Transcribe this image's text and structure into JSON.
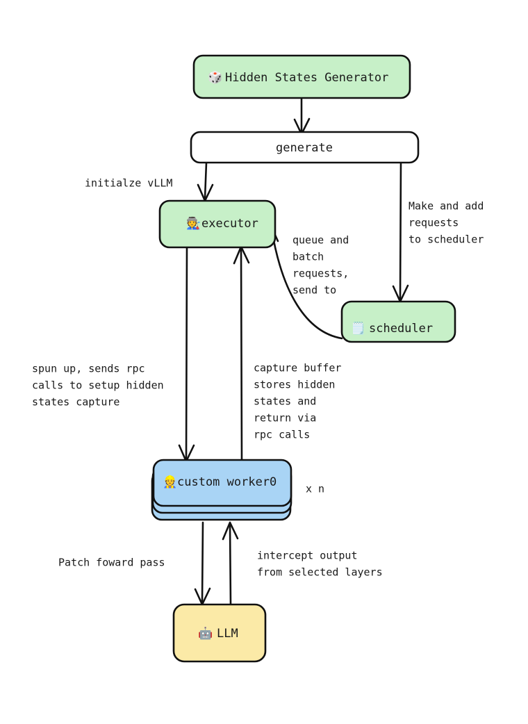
{
  "diagram": {
    "title": "Hidden States Generator architecture flow",
    "background_color": "#ffffff",
    "stroke_color": "#111111",
    "text_color": "#1a1a1a",
    "palette": {
      "green": "#c7f0c8",
      "blue": "#a9d4f5",
      "yellow": "#fbeaa7",
      "white": "#ffffff"
    }
  },
  "nodes": {
    "hidden_states_generator": {
      "label": "Hidden States Generator",
      "icon": "game-die-icon",
      "icon_glyph": "🎲",
      "fill": "#c7f0c8"
    },
    "generate": {
      "label": "generate",
      "icon": "",
      "icon_glyph": "",
      "fill": "#ffffff"
    },
    "executor": {
      "label": "executor",
      "icon": "factory-worker-icon",
      "icon_glyph": "🧑‍🏭",
      "fill": "#c7f0c8"
    },
    "scheduler": {
      "label": "scheduler",
      "icon": "notepad-icon",
      "icon_glyph": "🗒️",
      "fill": "#c7f0c8"
    },
    "custom_worker": {
      "label": "custom worker0",
      "icon": "construction-worker-icon",
      "icon_glyph": "👷",
      "fill": "#a9d4f5",
      "stacked": true,
      "multiplier": "x n"
    },
    "llm": {
      "label": "LLM",
      "icon": "robot-icon",
      "icon_glyph": "🤖",
      "fill": "#fbeaa7"
    }
  },
  "edges": {
    "generator_to_generate": {
      "label": ""
    },
    "generate_to_executor": {
      "label": "initialze vLLM"
    },
    "generate_to_scheduler": {
      "label_lines": [
        "Make and add",
        "requests",
        "to scheduler"
      ]
    },
    "scheduler_to_executor": {
      "label_lines": [
        "queue and",
        "batch",
        "requests,",
        "send to"
      ]
    },
    "executor_to_worker": {
      "label_lines": [
        "spun up, sends rpc",
        "calls to setup hidden",
        "states capture"
      ]
    },
    "worker_to_executor": {
      "label_lines": [
        "capture buffer",
        "stores hidden",
        "states and",
        "return via",
        "rpc calls"
      ]
    },
    "worker_to_llm": {
      "label": "Patch foward pass"
    },
    "llm_to_worker": {
      "label_lines": [
        "intercept output",
        "from selected layers"
      ]
    }
  }
}
